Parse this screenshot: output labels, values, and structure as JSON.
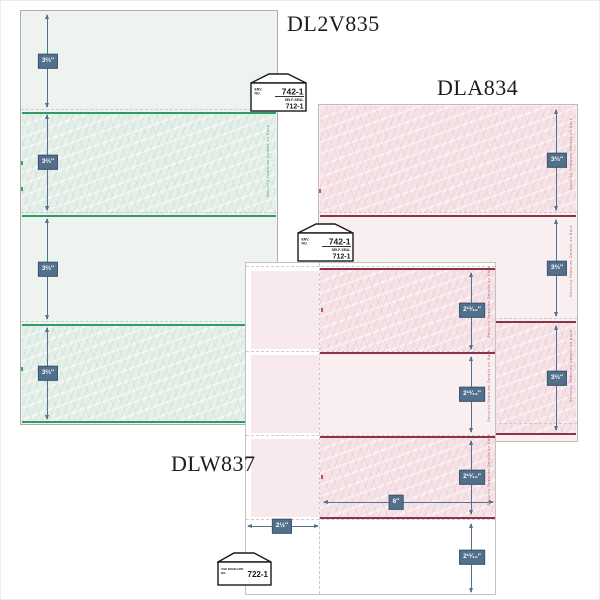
{
  "titles": {
    "green_sheet": "DL2V835",
    "pink_sheet": "DLA834",
    "wallet_sheet": "DLW837"
  },
  "dims": {
    "green_row": "3⅔″",
    "pink_row": "3⅔″",
    "wallet_row": "2¹³⁄₁₆″",
    "wallet_bottom": "2¹³⁄₁₆″",
    "stub_width": "2½″",
    "check_width": "6″"
  },
  "envelope_742": {
    "small_line1": "ENV.",
    "small_line2": "NO.",
    "number": "742-1",
    "self_seal": "SELF-SEAL",
    "alt_number": "712-1"
  },
  "envelope_722": {
    "small_line1": "USE ENVELOPE",
    "small_line2": "NO.",
    "number": "722-1"
  },
  "security_text": {
    "green": "Security Features Details on Back",
    "red": "Security Features Details on Back"
  },
  "colors": {
    "badge_bg": "#52708c",
    "arrow": "#54708a",
    "green_line": "#2f9c68",
    "red_line": "#8e3248",
    "green_paper": "#eef3ef",
    "pink_paper": "#f9f0f2",
    "stub_pink": "#f7e9ec"
  }
}
